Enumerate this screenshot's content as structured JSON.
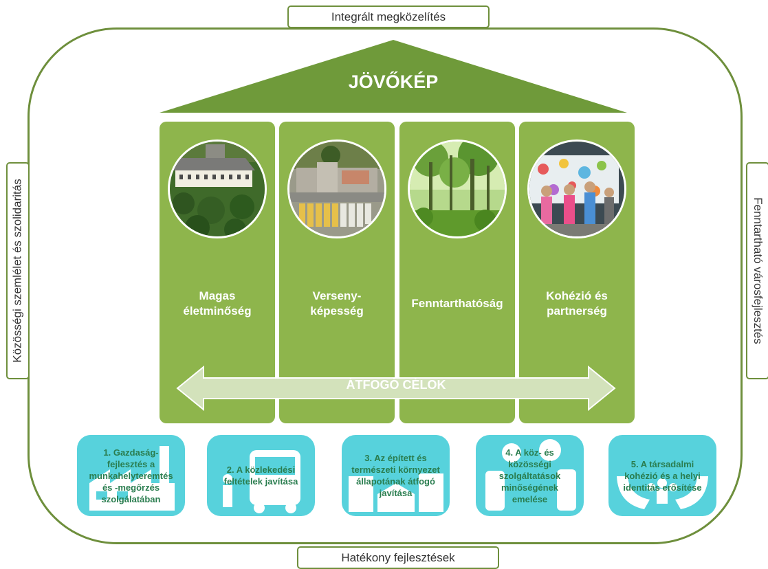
{
  "frame_labels": {
    "top": "Integrált megközelítés",
    "bottom": "Hatékony fejlesztések",
    "left": "Közösségi szemlélet és szolidaritás",
    "right": "Fenntartható városfejlesztés"
  },
  "roof": {
    "title": "JÖVŐKÉP"
  },
  "pillars": [
    {
      "label": "Magas\néletminőség"
    },
    {
      "label": "Verseny-\nképesség"
    },
    {
      "label": "Fenntarthatóság"
    },
    {
      "label": "Kohézió és\npartnerség"
    }
  ],
  "arrow": {
    "label": "ÁTFOGÓ CÉLOK"
  },
  "goals": [
    {
      "text": "1. Gazdaság-\nfejlesztés a\nmunkahelyteremtés\nés -megőrzés\nszolgálatában",
      "icon": "factory-icon"
    },
    {
      "text": "2. A közlekedési\nfeltételek javítása",
      "icon": "bus-icon"
    },
    {
      "text": "3. Az épített és\ntermészeti környezet\nállapotának átfogó\njavítása",
      "icon": "buildings-icon"
    },
    {
      "text": "4. A köz- és\nközösségi\nszolgáltatások\nminőségének\nemelése",
      "icon": "people-icon"
    },
    {
      "text": "5. A társadalmi\nkohézió és a helyi\nidentitás erősítése",
      "icon": "hands-icon"
    }
  ],
  "colors": {
    "frame": "#6e8f3c",
    "roof": "#6f9a3a",
    "pillar": "#8eb54c",
    "arrow": "#d3e2bb",
    "goal_box": "#57d2dc",
    "goal_text": "#2a7d4f"
  }
}
